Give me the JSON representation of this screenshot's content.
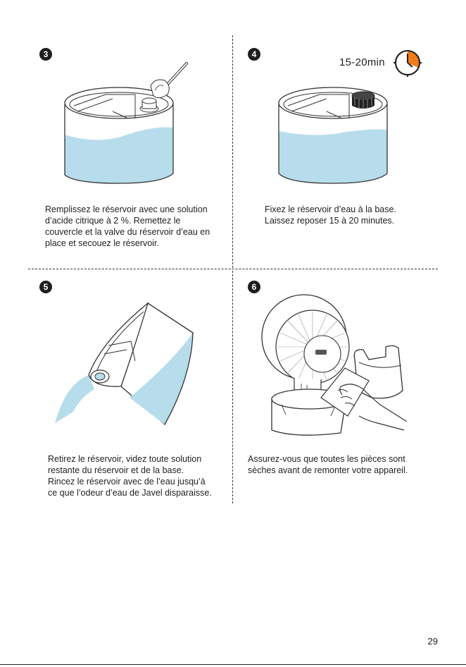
{
  "steps": [
    {
      "number": "3",
      "caption": [
        "Remplissez le réservoir avec une solution",
        "d’acide citrique à 2 %. Remettez le",
        "couvercle et la valve du réservoir d’eau en",
        "place et secouez le réservoir."
      ]
    },
    {
      "number": "4",
      "timer": "15-20min",
      "caption": [
        "Fixez le réservoir d’eau à la base.",
        "Laissez reposer 15 à 20 minutes."
      ]
    },
    {
      "number": "5",
      "caption": [
        "Retirez le réservoir, videz toute solution",
        "restante du réservoir et de la base.",
        "Rincez le réservoir avec de l’eau jusqu’à",
        "ce que l’odeur d’eau de Javel disparaisse."
      ]
    },
    {
      "number": "6",
      "caption": [
        "Assurez-vous que toutes les pièces sont",
        "sèches avant de remonter votre appareil."
      ]
    }
  ],
  "page_number": "29",
  "colors": {
    "water": "#b7dcec",
    "line": "#333333",
    "timer_accent": "#f07d1a"
  }
}
